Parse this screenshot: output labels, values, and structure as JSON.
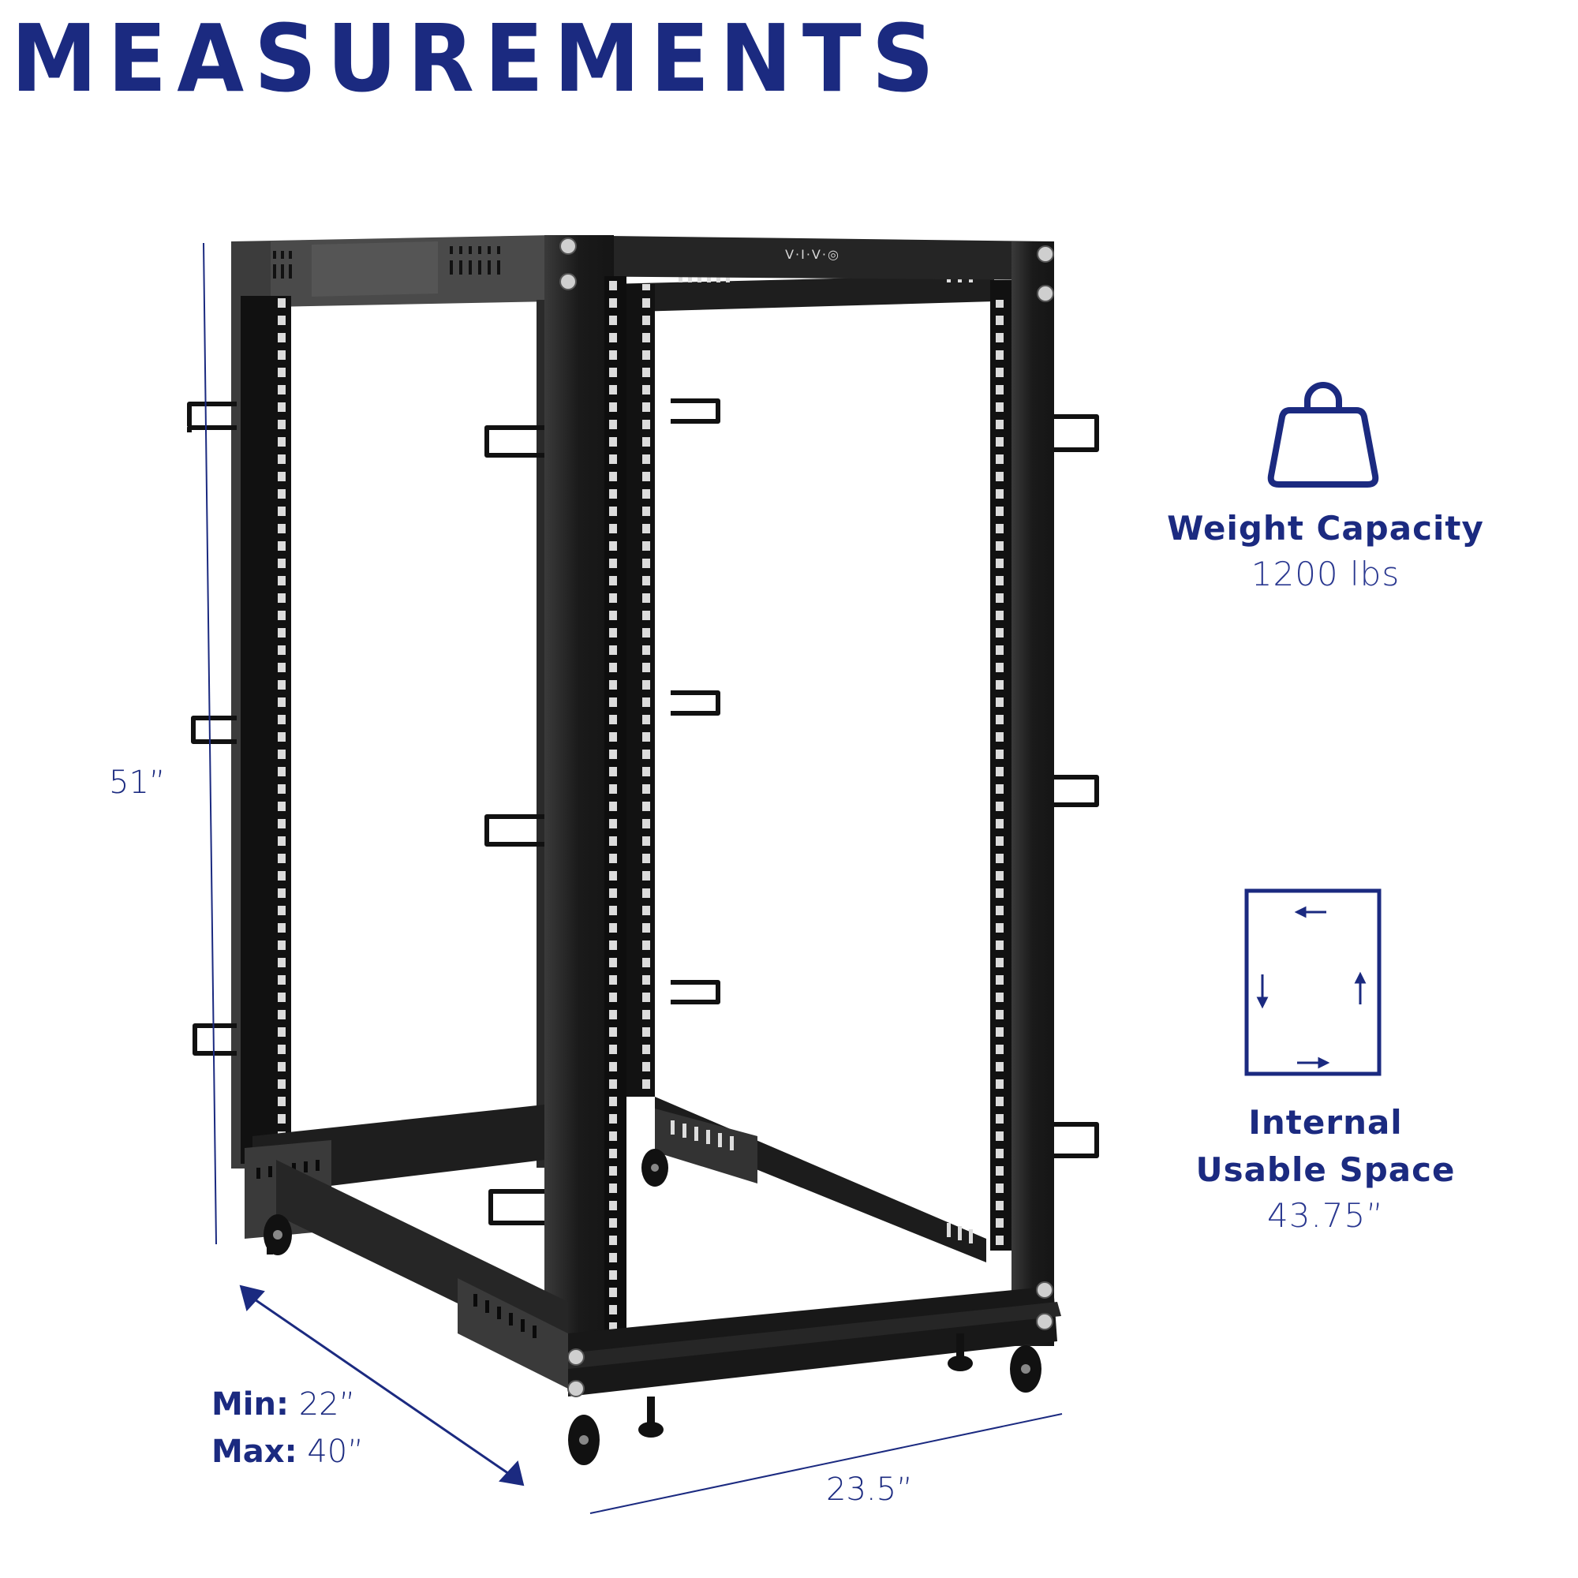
{
  "page": {
    "title": "MEASUREMENTS",
    "accent_color": "#1b2a80"
  },
  "product": {
    "brand_logo": "V·I·V·O",
    "image": "black-open-frame-4-post-server-rack-on-casters"
  },
  "dimensions": {
    "height": "51”",
    "depth_min_label": "Min:",
    "depth_min_value": "22”",
    "depth_max_label": "Max:",
    "depth_max_value": "40”",
    "width": "23.5”"
  },
  "features": [
    {
      "icon": "weight-icon",
      "title": "Weight Capacity",
      "value": "1200 lbs"
    },
    {
      "icon": "internal-space-icon",
      "title_line1": "Internal",
      "title_line2": "Usable Space",
      "value": "43.75”"
    }
  ]
}
